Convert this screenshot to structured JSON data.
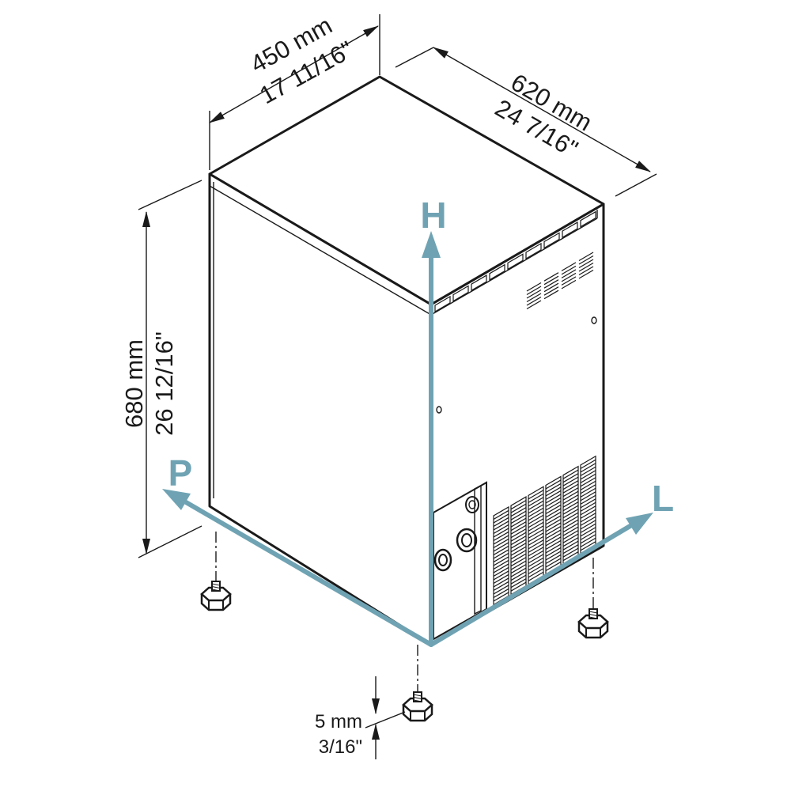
{
  "dimensions": {
    "width": {
      "metric": "450 mm",
      "imperial": "17 11/16\""
    },
    "depth": {
      "metric": "620 mm",
      "imperial": "24 7/16\""
    },
    "height": {
      "metric": "680 mm",
      "imperial": "26 12/16\""
    },
    "feet": {
      "metric": "5 mm",
      "imperial": "3/16\""
    }
  },
  "axes": {
    "height_label": "H",
    "width_label": "P",
    "depth_label": "L",
    "color": "#6fa3b3"
  },
  "colors": {
    "line": "#1a1a1a",
    "fill": "#ffffff"
  },
  "icons": [
    "hex-foot-icon",
    "water-connection-icon",
    "arrowhead-icon"
  ]
}
